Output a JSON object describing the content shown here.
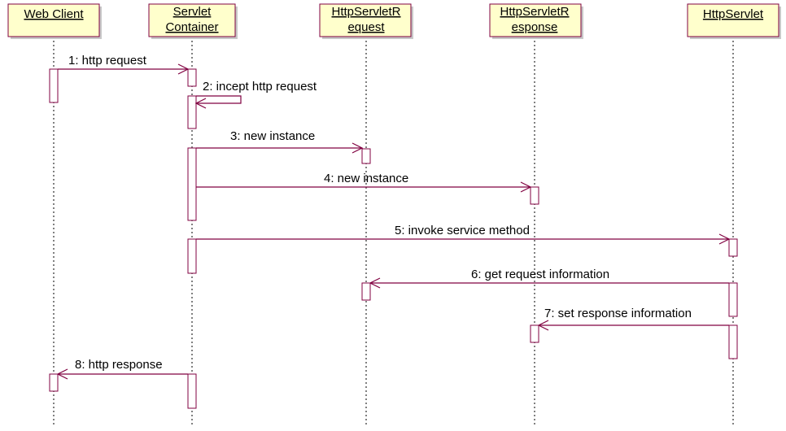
{
  "colors": {
    "participant_fill": "#ffffcc",
    "line": "#800040",
    "lifeline": "#000000",
    "text": "#000000",
    "activation_fill": "#ffffff"
  },
  "participants": [
    {
      "id": "web-client",
      "lines": [
        "Web Client"
      ]
    },
    {
      "id": "servlet-container",
      "lines": [
        "Servlet",
        "Container"
      ]
    },
    {
      "id": "http-servlet-request",
      "lines": [
        "HttpServletR",
        "equest"
      ]
    },
    {
      "id": "http-servlet-response",
      "lines": [
        "HttpServletR",
        "esponse"
      ]
    },
    {
      "id": "http-servlet",
      "lines": [
        "HttpServlet"
      ]
    }
  ],
  "messages": [
    {
      "id": "msg-1",
      "label": "1: http request",
      "from": "web-client",
      "to": "servlet-container"
    },
    {
      "id": "msg-2",
      "label": "2: incept http request",
      "from": "servlet-container",
      "to": "servlet-container"
    },
    {
      "id": "msg-3",
      "label": "3: new instance",
      "from": "servlet-container",
      "to": "http-servlet-request"
    },
    {
      "id": "msg-4",
      "label": "4: new instance",
      "from": "servlet-container",
      "to": "http-servlet-response"
    },
    {
      "id": "msg-5",
      "label": "5: invoke service method",
      "from": "servlet-container",
      "to": "http-servlet"
    },
    {
      "id": "msg-6",
      "label": "6: get request information",
      "from": "http-servlet",
      "to": "http-servlet-request"
    },
    {
      "id": "msg-7",
      "label": "7: set response information",
      "from": "http-servlet",
      "to": "http-servlet-response"
    },
    {
      "id": "msg-8",
      "label": "8: http response",
      "from": "servlet-container",
      "to": "web-client"
    }
  ]
}
